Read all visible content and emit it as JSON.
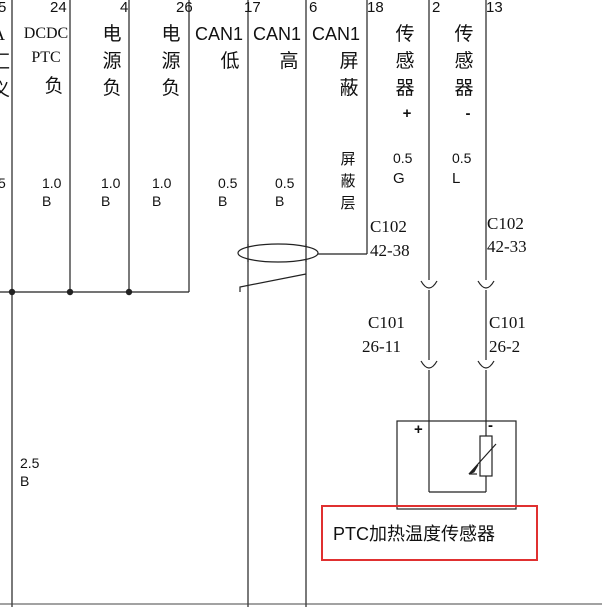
{
  "top_pins": {
    "p_partial": "5",
    "p24": "24",
    "p4": "4",
    "p26": "26",
    "p17": "17",
    "p6": "6",
    "p18": "18",
    "p2": "2",
    "p13": "13"
  },
  "column_labels": {
    "c1": [
      "DCDC",
      "PTC",
      "负"
    ],
    "c2": [
      "电",
      "源",
      "负"
    ],
    "c3": [
      "电",
      "源",
      "负"
    ],
    "c4": [
      "CAN1",
      "低"
    ],
    "c5": [
      "CAN1",
      "高"
    ],
    "c6": [
      "CAN1",
      "屏",
      "蔽"
    ],
    "c7": [
      "传",
      "感",
      "器",
      "+"
    ],
    "c8": [
      "传",
      "感",
      "器",
      "-"
    ]
  },
  "wire_specs": {
    "w0": "5",
    "w1": [
      "1.0",
      "B"
    ],
    "w2": [
      "1.0",
      "B"
    ],
    "w3": [
      "1.0",
      "B"
    ],
    "w4": [
      "0.5",
      "B"
    ],
    "w5": [
      "0.5",
      "B"
    ],
    "w6": [
      "屏",
      "蔽",
      "层"
    ],
    "w7": [
      "0.5",
      "G"
    ],
    "w8": [
      "0.5",
      "L"
    ],
    "ground": [
      "2.5",
      "B"
    ]
  },
  "connectors": {
    "c102_left": [
      "C102",
      "42-38"
    ],
    "c102_right": [
      "C102",
      "42-33"
    ],
    "c101_left": [
      "C101",
      "26-11"
    ],
    "c101_right": [
      "C101",
      "26-2"
    ]
  },
  "sensor": {
    "plus": "+",
    "minus": "-",
    "title": "PTC加热温度传感器",
    "highlight_color": "#e03030"
  }
}
